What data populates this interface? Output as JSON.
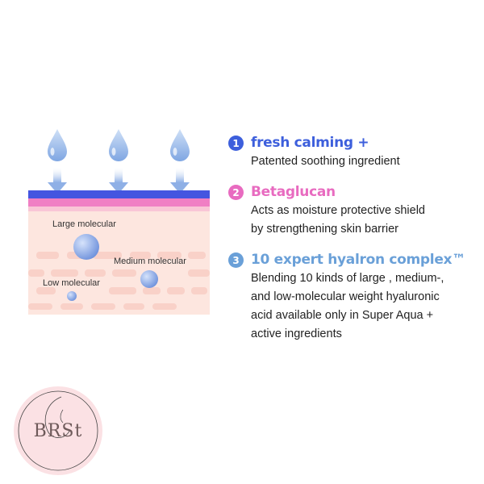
{
  "diagram": {
    "labels": {
      "large": "Large molecular",
      "medium": "Medium molecular",
      "low": "Low molecular"
    },
    "colors": {
      "droplet": "#8fb3e6",
      "arrow": "#a9c4ec",
      "barrier_blue": "#4455e0",
      "barrier_pink": "#f07fc4",
      "skin": "#fde3dc",
      "cells": "#f9cfc6",
      "molecule": "#7f9ee0"
    }
  },
  "features": [
    {
      "number": "1",
      "title": "fresh calming +",
      "lines": [
        "Patented soothing ingredient"
      ]
    },
    {
      "number": "2",
      "title": "Betaglucan",
      "lines": [
        "Acts as moisture protective shield",
        "by strengthening skin barrier"
      ]
    },
    {
      "number": "3",
      "title": "10 expert hyalron complex™",
      "lines": [
        "Blending 10 kinds of large , medium-,",
        "and low-molecular weight hyaluronic",
        "acid available only in Super Aqua +",
        "active ingredients"
      ]
    }
  ],
  "logo": {
    "text": "BRSt"
  }
}
